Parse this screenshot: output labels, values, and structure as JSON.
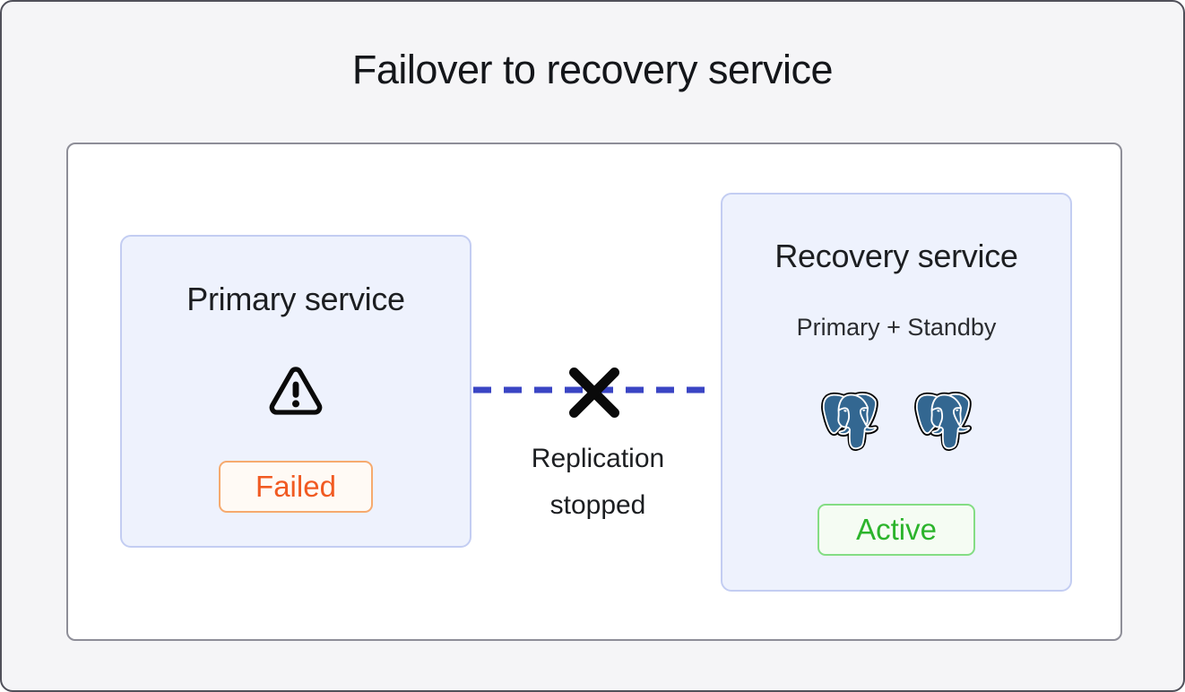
{
  "title": "Failover to recovery service",
  "primary_card": {
    "title": "Primary service",
    "status_label": "Failed",
    "status_icon": "warning-triangle-icon"
  },
  "recovery_card": {
    "title": "Recovery service",
    "subtitle": "Primary + Standby",
    "status_label": "Active",
    "node_icons": [
      "postgresql-elephant-icon",
      "postgresql-elephant-icon"
    ]
  },
  "replication": {
    "label": "Replication stopped",
    "icon": "x-mark-icon",
    "line_style": "dashed"
  },
  "colors": {
    "background": "#f5f5f7",
    "outer_border": "#50505a",
    "canvas_border": "#8e8e98",
    "card_background": "#eef2fd",
    "card_border": "#c3cdf2",
    "failed_text": "#f15a22",
    "failed_border": "#f6aa6e",
    "failed_background": "#fffaf5",
    "active_text": "#2cb42c",
    "active_border": "#84dd84",
    "active_background": "#f5fcf3",
    "replication_line": "#3a45c4",
    "x_mark": "#0a0a0a",
    "postgres_blue": "#336791"
  }
}
